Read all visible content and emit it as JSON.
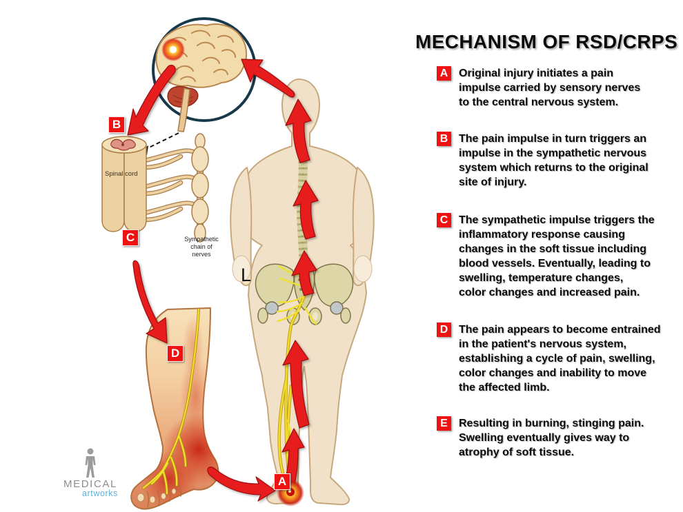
{
  "title": "MECHANISM OF RSD/CRPS",
  "steps": [
    {
      "label": "A",
      "text": "Original injury initiates a pain\nimpulse carried by sensory nerves\nto the central nervous system."
    },
    {
      "label": "B",
      "text": "The pain impulse in turn triggers an\nimpulse in the sympathetic nervous\nsystem which returns to the original\nsite of injury."
    },
    {
      "label": "C",
      "text": "The sympathetic impulse triggers the\ninflammatory response causing\nchanges in the soft tissue including\nblood vessels. Eventually, leading to\nswelling, temperature changes,\ncolor changes and increased pain."
    },
    {
      "label": "D",
      "text": "The pain appears to become entrained\nin the patient's nervous system,\nestablishing a cycle of pain, swelling,\ncolor changes and inability to move\nthe affected limb."
    },
    {
      "label": "E",
      "text": "Resulting in burning, stinging pain.\nSwelling eventually gives way to\natrophy of soft tissue."
    }
  ],
  "illustration": {
    "marker_a": "A",
    "marker_b": "B",
    "marker_c": "C",
    "marker_d": "D",
    "spinal_cord_label": "Spinal cord",
    "sympathetic_chain_label": "Sympathetic\nchain of\nnerves",
    "side_label": "L"
  },
  "logo": {
    "name": "MEDICAL",
    "sub": "artworks"
  },
  "colors": {
    "badge_red": "#ee1212",
    "arrow_red": "#e71f1e",
    "nerve_yellow": "#f1df2e",
    "skin": "#f2e1c9",
    "brain_circle_outline": "#17394a"
  }
}
